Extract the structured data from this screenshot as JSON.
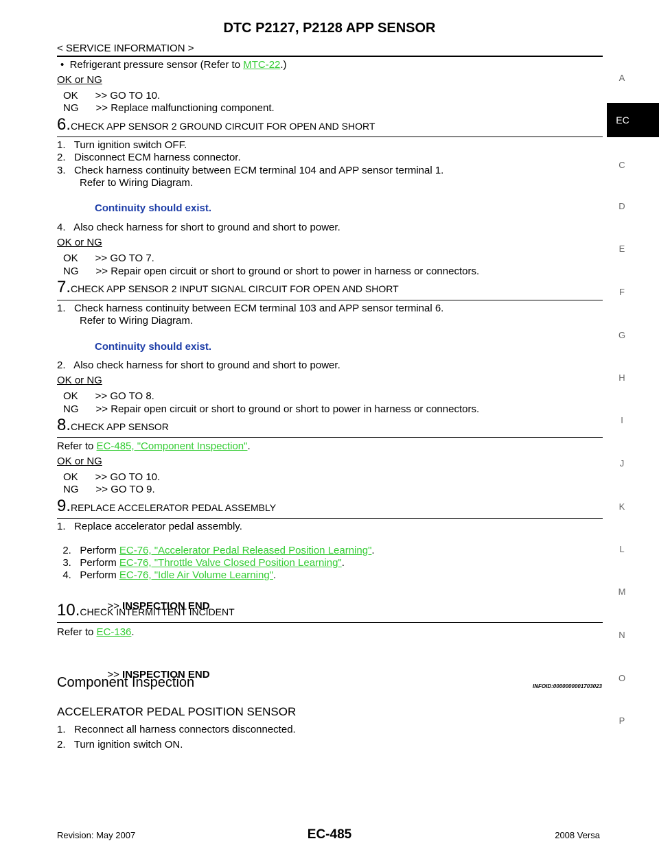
{
  "header": {
    "title": "DTC P2127, P2128 APP SENSOR",
    "section": "< SERVICE INFORMATION >"
  },
  "side_tabs": {
    "active": "EC",
    "letters": [
      "A",
      "C",
      "D",
      "E",
      "F",
      "G",
      "H",
      "I",
      "J",
      "K",
      "L",
      "M",
      "N",
      "O",
      "P"
    ]
  },
  "intro": {
    "bullet": "Refrigerant pressure sensor (Refer to ",
    "bullet_link": "MTC-22",
    "bullet_end": ".)",
    "ok_or_ng": "OK or NG",
    "ok": "OK      >> GO TO 10.",
    "ng": "NG      >> Replace malfunctioning component."
  },
  "step6": {
    "num": "6.",
    "title": "CHECK APP SENSOR 2 GROUND CIRCUIT FOR OPEN AND SHORT",
    "items": [
      "1.   Turn ignition switch OFF.",
      "2.   Disconnect ECM harness connector.",
      "3.   Check harness continuity between ECM terminal 104 and APP sensor terminal 1.",
      "Refer to Wiring Diagram."
    ],
    "spec": "Continuity should exist.",
    "item4": "4.   Also check harness for short to ground and short to power.",
    "ok_or_ng": "OK or NG",
    "ok": "OK      >> GO TO 7.",
    "ng": "NG      >> Repair open circuit or short to ground or short to power in harness or connectors."
  },
  "step7": {
    "num": "7.",
    "title": "CHECK APP SENSOR 2 INPUT SIGNAL CIRCUIT FOR OPEN AND SHORT",
    "item1": "1.   Check harness continuity between ECM terminal 103 and APP sensor terminal 6.",
    "item1b": "Refer to Wiring Diagram.",
    "spec": "Continuity should exist.",
    "item2": "2.   Also check harness for short to ground and short to power.",
    "ok_or_ng": "OK or NG",
    "ok": "OK      >> GO TO 8.",
    "ng": "NG      >> Repair open circuit or short to ground or short to power in harness or connectors."
  },
  "step8": {
    "num": "8.",
    "title": "CHECK APP SENSOR",
    "refer": "Refer to ",
    "refer_link": "EC-485, \"Component Inspection\"",
    "refer_end": ".",
    "ok_or_ng": "OK or NG",
    "ok": "OK      >> GO TO 10.",
    "ng": "NG      >> GO TO 9."
  },
  "step9": {
    "num": "9.",
    "title": "REPLACE ACCELERATOR PEDAL ASSEMBLY",
    "item1": "1.   Replace accelerator pedal assembly.",
    "perform": "Perform ",
    "item2_pre": "2.   ",
    "item2_link": "EC-76, \"Accelerator Pedal Released Position Learning\"",
    "item3_pre": "3.   ",
    "item3_link": "EC-76, \"Throttle Valve Closed Position Learning\"",
    "item4_pre": "4.   ",
    "item4_link": "EC-76, \"Idle Air Volume Learning\"",
    "end_arrow": ">> ",
    "end_text": "INSPECTION END"
  },
  "step10": {
    "num": "10.",
    "title": "CHECK INTERMITTENT INCIDENT",
    "refer": "Refer to ",
    "refer_link": "EC-136",
    "refer_end": ".",
    "end_arrow": ">> ",
    "end_text": "INSPECTION END"
  },
  "component": {
    "heading": "Component Inspection",
    "infoid": "INFOID:0000000001703023",
    "subhead": "ACCELERATOR PEDAL POSITION SENSOR",
    "item1": "1.   Reconnect all harness connectors disconnected.",
    "item2": "2.   Turn ignition switch ON."
  },
  "footer": {
    "revision": "Revision: May 2007",
    "page": "EC-485",
    "model": "2008 Versa"
  },
  "colors": {
    "link": "#33cc33",
    "spec": "#1e3ea8",
    "tab_active_bg": "#000000"
  }
}
